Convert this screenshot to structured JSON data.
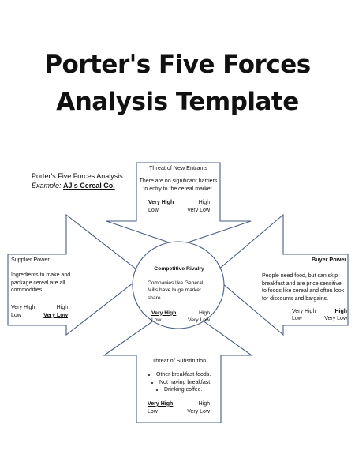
{
  "title": {
    "line1": "Porter's Five Forces",
    "line2": "Analysis Template"
  },
  "intro": {
    "heading": "Porter's Five Forces Analysis",
    "example_label": "Example:",
    "example_company": "AJ's Cereal Co."
  },
  "new_entrants": {
    "header": "Threat of New Entrants",
    "description": "There are no significant barriers to entry to the cereal market.",
    "very_high": "Very High",
    "high": "High",
    "low": "Low",
    "very_low": "Very Low",
    "selected": "Very High"
  },
  "supplier_power": {
    "header": "Supplier Power",
    "description": "Ingredients to make and package cereal are all commodities.",
    "very_high": "Very High",
    "high": "High",
    "low": "Low",
    "very_low": "Very Low",
    "selected": "Very Low"
  },
  "rivalry": {
    "header": "Competitive Rivalry",
    "description": "Companies like General Mills have huge market share.",
    "very_high": "Very High",
    "high": "High",
    "low": "Low",
    "very_low": "Very Low",
    "selected": "Very High"
  },
  "buyer_power": {
    "header": "Buyer Power",
    "description": "People need food, but can skip breakfast and are price sensitive to foods like cereal and often look for discounts and bargains.",
    "very_high": "Very High",
    "high": "High",
    "low": "Low",
    "very_low": "Very Low",
    "selected": "High"
  },
  "substitution": {
    "header": "Threat of Substitution",
    "bullets": [
      "Other breakfast foods.",
      "Not having breakfast.",
      "Drinking coffee."
    ],
    "very_high": "Very High",
    "high": "High",
    "low": "Low",
    "very_low": "Very Low",
    "selected": "Very High"
  },
  "colors": {
    "outline": "#4a5e82",
    "text": "#111111"
  }
}
